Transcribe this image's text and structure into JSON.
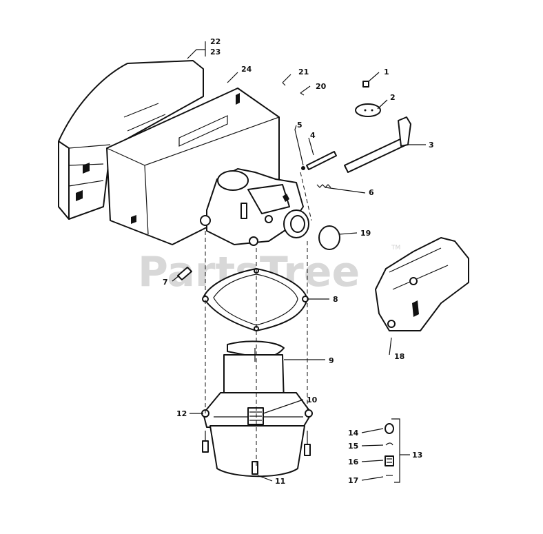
{
  "watermark": {
    "text": "PartsTree",
    "trademark": "TM"
  },
  "callouts": {
    "c1": "1",
    "c2": "2",
    "c3": "3",
    "c4": "4",
    "c5": "5",
    "c6": "6",
    "c7": "7",
    "c8": "8",
    "c9": "9",
    "c10": "10",
    "c11": "11",
    "c12": "12",
    "c13": "13",
    "c14": "14",
    "c15": "15",
    "c16": "16",
    "c17": "17",
    "c18": "18",
    "c19": "19",
    "c20": "20",
    "c21": "21",
    "c22": "22",
    "c23": "23",
    "c24": "24"
  }
}
